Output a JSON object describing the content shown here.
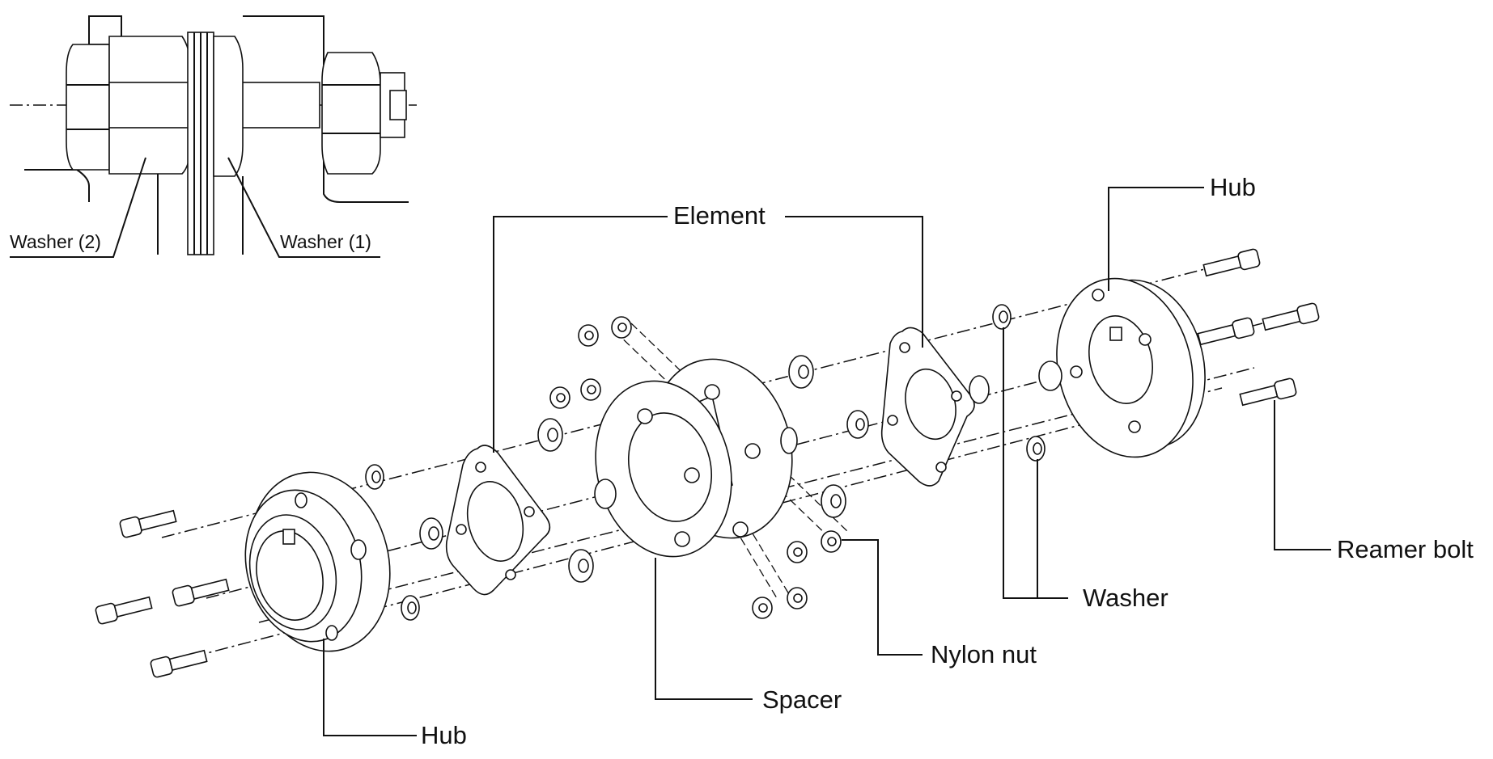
{
  "labels": {
    "element": "Element",
    "hub_top": "Hub",
    "hub_bottom": "Hub",
    "spacer": "Spacer",
    "nylon_nut": "Nylon nut",
    "washer": "Washer",
    "reamer_bolt": "Reamer bolt",
    "washer_1": "Washer (1)",
    "washer_2": "Washer (2)"
  },
  "colors": {
    "ink": "#111111",
    "paper": "#ffffff"
  }
}
